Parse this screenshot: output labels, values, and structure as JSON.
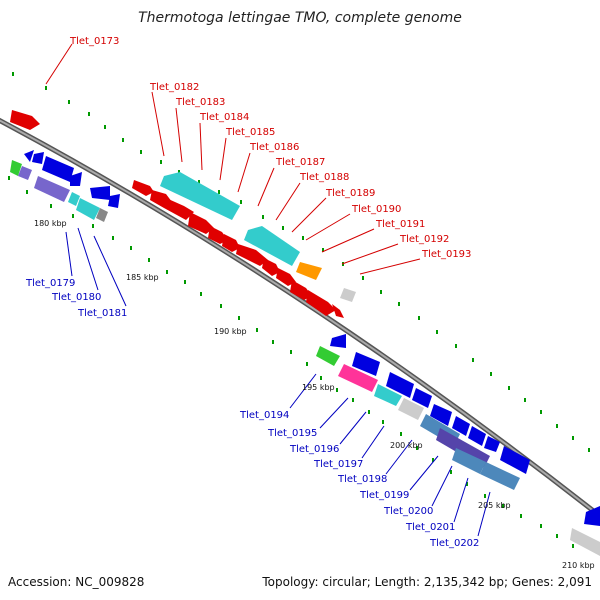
{
  "title": "Thermotoga lettingae TMO, complete genome",
  "footer": {
    "accession": "Accession: NC_009828",
    "topology": "Topology: circular; Length: 2,135,342 bp; Genes: 2,091"
  },
  "scale_labels": [
    "180 kbp",
    "185 kbp",
    "190 kbp",
    "195 kbp",
    "200 kbp",
    "205 kbp",
    "210 kbp"
  ],
  "upper_labels": [
    "Tlet_0173",
    "Tlet_0182",
    "Tlet_0183",
    "Tlet_0184",
    "Tlet_0185",
    "Tlet_0186",
    "Tlet_0187",
    "Tlet_0188",
    "Tlet_0189",
    "Tlet_0190",
    "Tlet_0191",
    "Tlet_0192",
    "Tlet_0193"
  ],
  "lower_labels": [
    "Tlet_0179",
    "Tlet_0180",
    "Tlet_0181",
    "Tlet_0194",
    "Tlet_0195",
    "Tlet_0196",
    "Tlet_0197",
    "Tlet_0198",
    "Tlet_0199",
    "Tlet_0200",
    "Tlet_0201",
    "Tlet_0202"
  ],
  "colors": {
    "forward_gene": "#e00000",
    "reverse_gene": "#0000e0",
    "cyan": "#33cccc",
    "orange": "#ff9900",
    "green": "#33cc33",
    "pink": "#ff3399",
    "purple": "#7766cc",
    "steel": "#4d88bb",
    "grey": "#cccccc",
    "backbone": "#888888"
  }
}
